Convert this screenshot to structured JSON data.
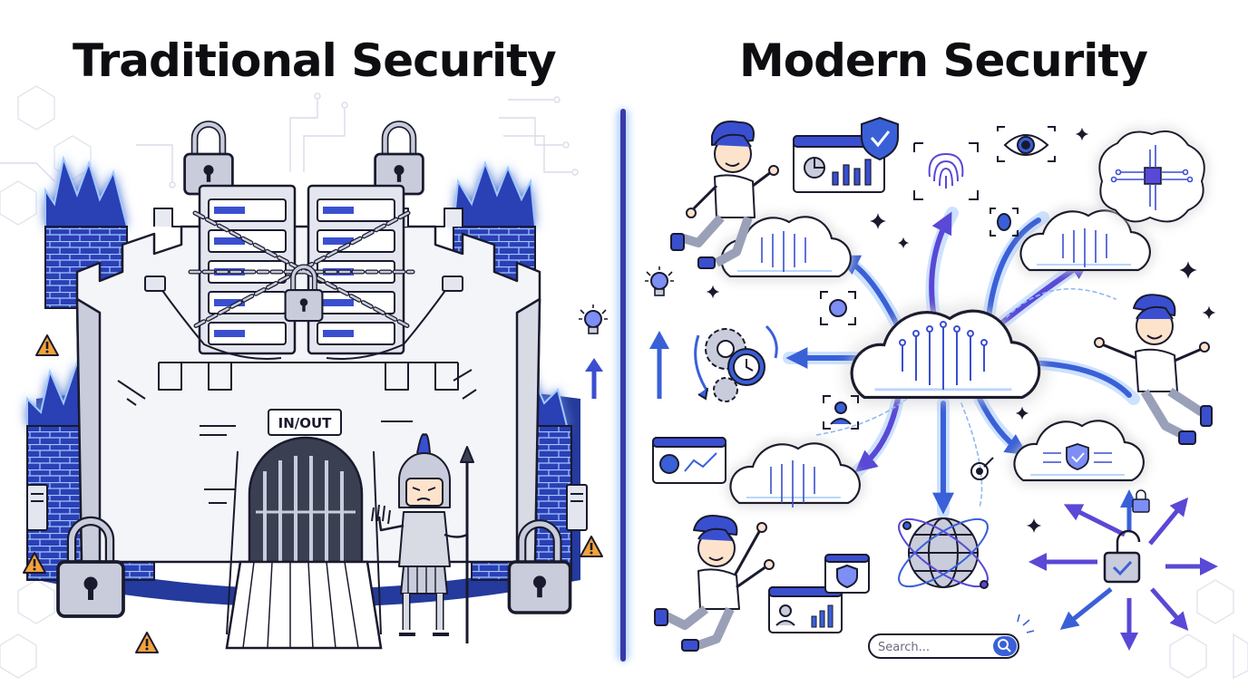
{
  "titles": {
    "left": "Traditional Security",
    "right": "Modern Security"
  },
  "gate_sign": "IN/OUT",
  "search": {
    "placeholder": "Search..."
  },
  "colors": {
    "brand_blue": "#3a4fd0",
    "deep_blue": "#1f2f8a",
    "violet": "#6a4fe0",
    "glow": "#9ec8ff",
    "stone": "#f4f5f9",
    "ink": "#1a1a2e",
    "warning": "#f2a33a",
    "skin": "#fde3cc"
  },
  "icons": [
    "padlock-icon",
    "server-rack-icon",
    "chain-icon",
    "firewall-icon",
    "warning-icon",
    "lightbulb-icon",
    "up-arrow-icon",
    "soldier-icon",
    "cloud-network-icon",
    "shield-check-icon",
    "fingerprint-icon",
    "eye-icon",
    "ai-brain-icon",
    "gear-clock-icon",
    "dashboard-icon",
    "globe-icon",
    "unlock-icon",
    "sparkle-icon",
    "person-icon",
    "search-icon"
  ]
}
